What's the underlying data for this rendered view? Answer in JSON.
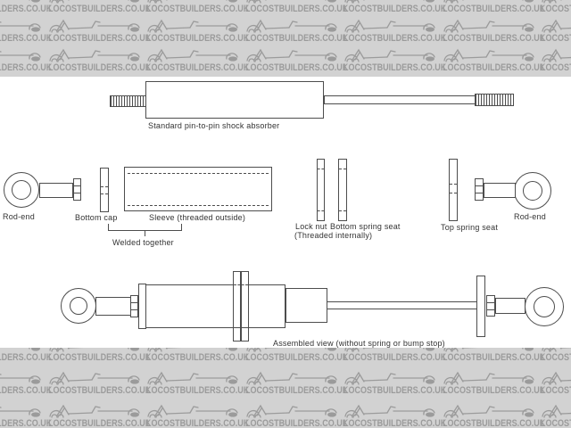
{
  "watermark": {
    "text": "LOCOSTBUILDERS.CO.UK",
    "band_bg": "#d2d2d2",
    "glyph_color": "#9b9b9b"
  },
  "colors": {
    "line": "#4d4d4d",
    "label_text": "#333333",
    "page_bg": "#ffffff"
  },
  "labels": {
    "pin_to_pin": "Standard pin-to-pin shock absorber",
    "rod_end_left": "Rod-end",
    "bottom_cap": "Bottom cap",
    "sleeve": "Sleeve (threaded outside)",
    "welded_together": "Welded together",
    "lock_nut_line1": "Lock nut",
    "lock_nut_line2": "(Threaded internally)",
    "bottom_spring_seat": "Bottom spring seat",
    "top_spring_seat": "Top spring seat",
    "rod_end_right": "Rod-end",
    "assembled": "Assembled view (without spring or bump stop)"
  }
}
